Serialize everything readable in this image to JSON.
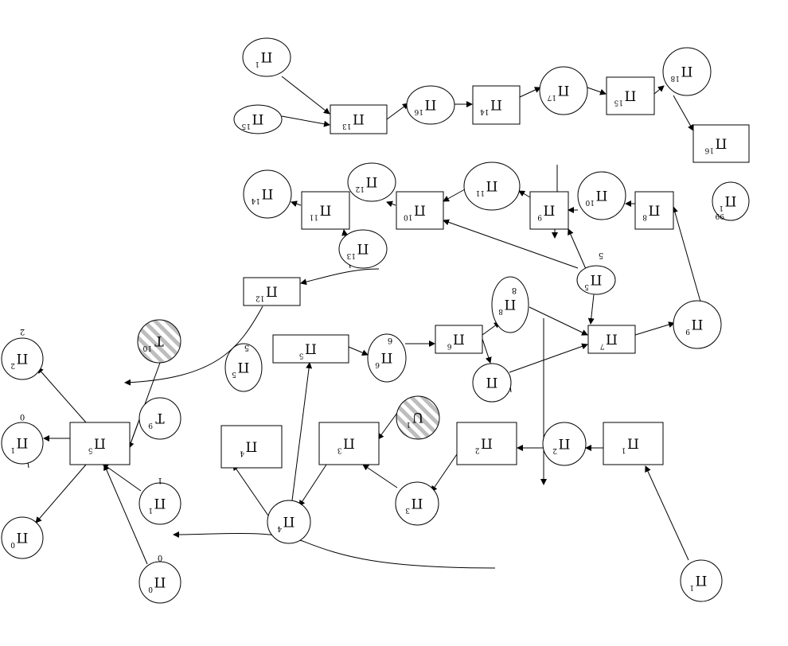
{
  "diagram": {
    "nodes": [
      {
        "id": "c_top1",
        "shape": "circle",
        "label": "Π",
        "sup": "1"
      },
      {
        "id": "c_top15",
        "shape": "circle",
        "label": "Π",
        "sup": "15",
        "small": true
      },
      {
        "id": "r_top13",
        "shape": "rect",
        "label": "Π",
        "sup": "13"
      },
      {
        "id": "c_top16",
        "shape": "circle",
        "label": "Π",
        "sup": "16"
      },
      {
        "id": "r_top14",
        "shape": "rect",
        "label": "Π",
        "sup": "14"
      },
      {
        "id": "c_top17",
        "shape": "circle",
        "label": "Π",
        "sup": "17"
      },
      {
        "id": "r_top15",
        "shape": "rect",
        "label": "Π",
        "sup": "15"
      },
      {
        "id": "c_top18",
        "shape": "circle",
        "label": "Π",
        "sup": "18"
      },
      {
        "id": "r_top16",
        "shape": "rect",
        "label": "Π",
        "sup": "16"
      },
      {
        "id": "c_14",
        "shape": "circle",
        "label": "Π",
        "sup": "14"
      },
      {
        "id": "r_11",
        "shape": "rect",
        "label": "Π",
        "sup": "11"
      },
      {
        "id": "c_12",
        "shape": "circle",
        "label": "Π",
        "sup": "12"
      },
      {
        "id": "r_10",
        "shape": "rect",
        "label": "Π",
        "sup": "10"
      },
      {
        "id": "c_11",
        "shape": "circle",
        "label": "Π",
        "sup": "11"
      },
      {
        "id": "r_9",
        "shape": "rect",
        "label": "Π",
        "sup": "9"
      },
      {
        "id": "c_10",
        "shape": "circle",
        "label": "Π",
        "sup": "10"
      },
      {
        "id": "r_8",
        "shape": "rect",
        "label": "Π",
        "sup": "8"
      },
      {
        "id": "c_99",
        "shape": "circle",
        "label": "Π",
        "sup": "1",
        "extra": "99"
      },
      {
        "id": "c_13",
        "shape": "circle",
        "label": "Π",
        "sup": "13"
      },
      {
        "id": "r_12",
        "shape": "rect",
        "label": "Π",
        "sup": "12"
      },
      {
        "id": "c_5b",
        "shape": "circle",
        "label": "Π",
        "sup": "5",
        "small": true
      },
      {
        "id": "c_8",
        "shape": "circle",
        "label": "Π",
        "sup": "8"
      },
      {
        "id": "r_7",
        "shape": "rect",
        "label": "Π",
        "sup": "7"
      },
      {
        "id": "c_9",
        "shape": "circle",
        "label": "Π",
        "sup": "9"
      },
      {
        "id": "c_hatch10",
        "shape": "circle",
        "label": "T",
        "sup": "10",
        "hatched": true
      },
      {
        "id": "c_5a",
        "shape": "circle",
        "label": "Π",
        "sup": "5"
      },
      {
        "id": "r_5",
        "shape": "rect",
        "label": "Π",
        "sup": "5"
      },
      {
        "id": "c_6",
        "shape": "circle",
        "label": "Π",
        "sup": "6"
      },
      {
        "id": "r_6",
        "shape": "rect",
        "label": "Π",
        "sup": "6"
      },
      {
        "id": "c_7",
        "shape": "circle",
        "label": "Π",
        "sup": ""
      },
      {
        "id": "c_L2",
        "shape": "circle",
        "label": "Π",
        "sup": "2"
      },
      {
        "id": "c_L1",
        "shape": "circle",
        "label": "Π",
        "sup": "1"
      },
      {
        "id": "r_main",
        "shape": "rect",
        "label": "Π",
        "sup": "5"
      },
      {
        "id": "c_T9",
        "shape": "circle",
        "label": "T",
        "sup": "9"
      },
      {
        "id": "c_L0",
        "shape": "circle",
        "label": "Π",
        "sup": "0"
      },
      {
        "id": "c_1",
        "shape": "circle",
        "label": "Π",
        "sup": "1"
      },
      {
        "id": "c_0",
        "shape": "circle",
        "label": "Π",
        "sup": "0"
      },
      {
        "id": "r_4",
        "shape": "rect",
        "label": "Π",
        "sup": "4"
      },
      {
        "id": "c_4",
        "shape": "circle",
        "label": "Π",
        "sup": "4"
      },
      {
        "id": "r_3",
        "shape": "rect",
        "label": "Π",
        "sup": "3"
      },
      {
        "id": "c_U1",
        "shape": "circle",
        "label": "U",
        "sup": "1",
        "hatched": true
      },
      {
        "id": "c_3",
        "shape": "circle",
        "label": "Π",
        "sup": "3"
      },
      {
        "id": "r_2",
        "shape": "rect",
        "label": "Π",
        "sup": "2"
      },
      {
        "id": "c_2",
        "shape": "circle",
        "label": "Π",
        "sup": "2"
      },
      {
        "id": "r_1",
        "shape": "rect",
        "label": "Π",
        "sup": "1"
      },
      {
        "id": "c_r1",
        "shape": "circle",
        "label": "Π",
        "sup": "1"
      }
    ],
    "free_labels": [
      "2",
      "0",
      "1",
      "0",
      "5",
      "5",
      "8",
      "6"
    ]
  }
}
